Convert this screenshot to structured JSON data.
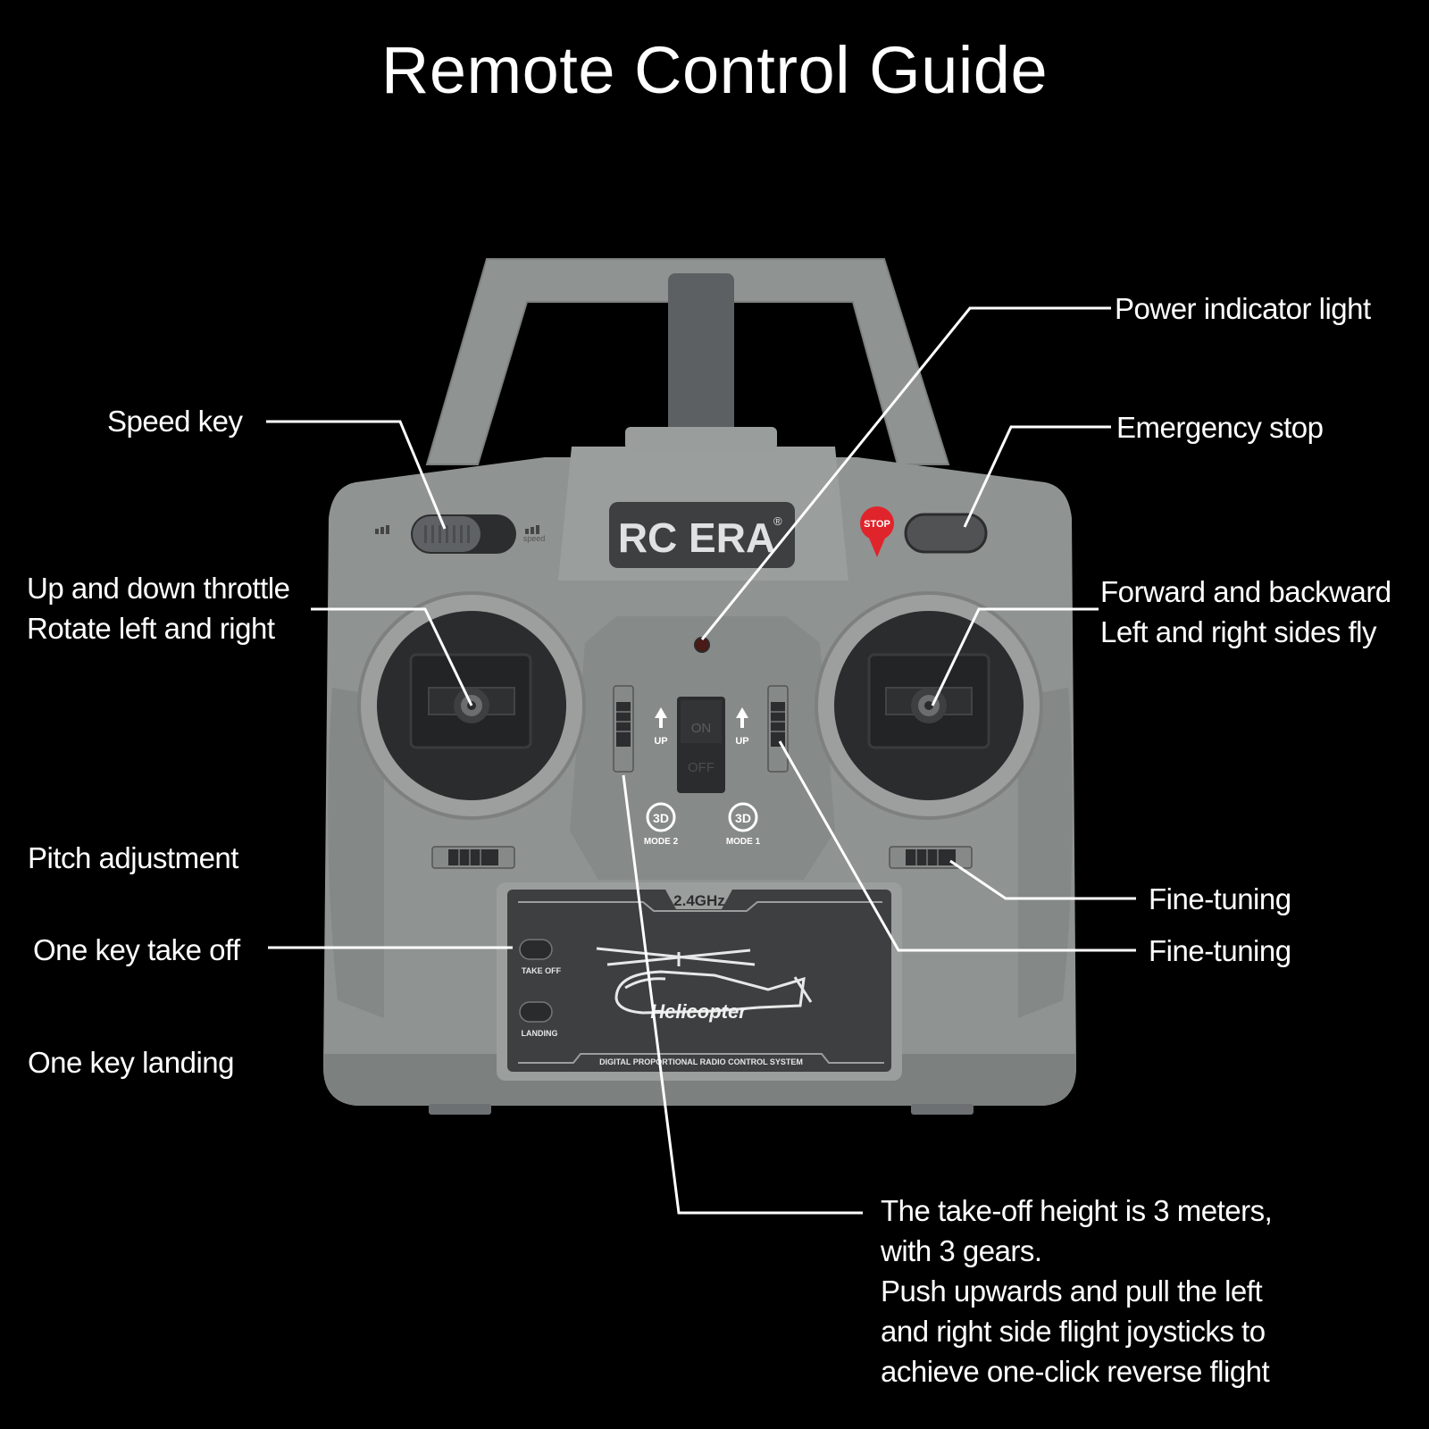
{
  "title": "Remote Control Guide",
  "labels": {
    "speed_key": "Speed key",
    "throttle": [
      "Up and down throttle",
      "Rotate left and right"
    ],
    "pitch": "Pitch adjustment",
    "takeoff": "One key take off",
    "landing": "One key  landing",
    "power": "Power indicator light",
    "emergency": "Emergency stop",
    "forward": [
      "Forward and backward",
      "Left and right sides fly"
    ],
    "fine1": "Fine-tuning",
    "fine2": "Fine-tuning",
    "note": [
      "The take-off height is 3 meters,",
      "with 3 gears.",
      "Push upwards and pull the left",
      "and right side flight joysticks to",
      "achieve one-click reverse flight"
    ]
  },
  "device": {
    "brand": "RC ERA",
    "registered": "®",
    "stop_badge": "STOP",
    "speed_text": "speed",
    "power_on": "ON",
    "power_off": "OFF",
    "up_left": "UP",
    "up_right": "UP",
    "mode2_icon": "3D",
    "mode2": "MODE 2",
    "mode1_icon": "3D",
    "mode1": "MODE 1",
    "frequency": "2.4GHz",
    "takeoff_btn": "TAKE OFF",
    "landing_btn": "LANDING",
    "model": "Helicopter",
    "system": "DIGITAL PROPORTIONAL RADIO CONTROL SYSTEM"
  },
  "colors": {
    "background": "#000000",
    "body": "#8f9391",
    "body_dark": "#7c807e",
    "panel": "#3d3f41",
    "stick_well": "#2b2c2d",
    "stop_red": "#e0242b",
    "leader": "#ffffff"
  }
}
